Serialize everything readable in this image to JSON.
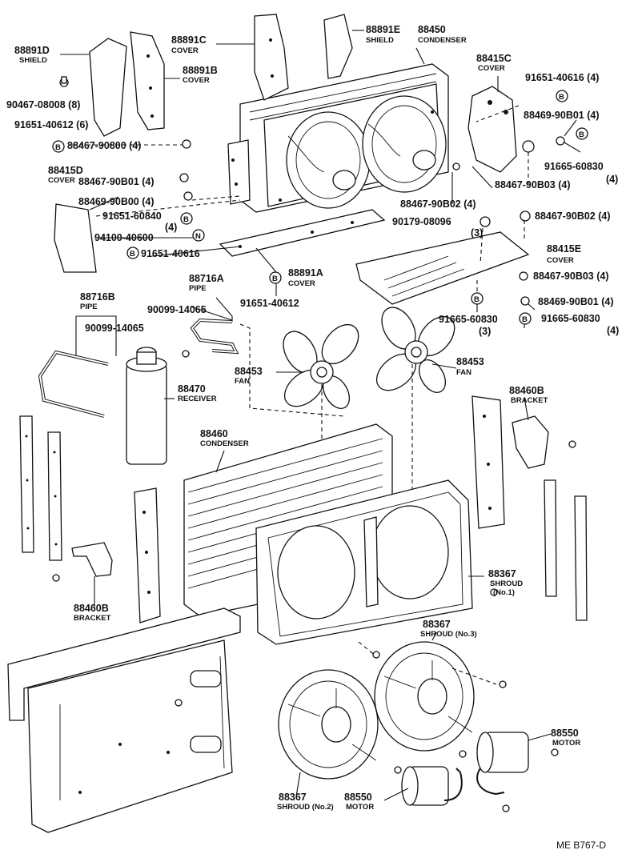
{
  "title_block": {
    "code": "ME B767-D"
  },
  "labels": [
    {
      "id": "88891D",
      "part": "88891D",
      "name": "SHIELD"
    },
    {
      "id": "88891C",
      "part": "88891C",
      "name": "COVER"
    },
    {
      "id": "88891B",
      "part": "88891B",
      "name": "COVER"
    },
    {
      "id": "88891E",
      "part": "88891E",
      "name": "SHIELD"
    },
    {
      "id": "88450",
      "part": "88450",
      "name": "CONDENSER"
    },
    {
      "id": "88415C",
      "part": "88415C",
      "name": "COVER"
    },
    {
      "id": "88415D",
      "part": "88415D",
      "name": "COVER"
    },
    {
      "id": "88415E",
      "part": "88415E",
      "name": "COVER"
    },
    {
      "id": "88891A",
      "part": "88891A",
      "name": "COVER"
    },
    {
      "id": "88716A",
      "part": "88716A",
      "name": "PIPE"
    },
    {
      "id": "88716B",
      "part": "88716B",
      "name": "PIPE"
    },
    {
      "id": "88470",
      "part": "88470",
      "name": "RECEIVER"
    },
    {
      "id": "88453a",
      "part": "88453",
      "name": "FAN"
    },
    {
      "id": "88453b",
      "part": "88453",
      "name": "FAN"
    },
    {
      "id": "88460B-top",
      "part": "88460B",
      "name": "BRACKET"
    },
    {
      "id": "88460",
      "part": "88460",
      "name": "CONDENSER"
    },
    {
      "id": "88460B-left",
      "part": "88460B",
      "name": "BRACKET"
    },
    {
      "id": "88367-1",
      "part": "88367",
      "name": "SHROUD",
      "sub": "(No.1)"
    },
    {
      "id": "88367-3",
      "part": "88367",
      "name": "SHROUD (No.3)"
    },
    {
      "id": "88367-2",
      "part": "88367",
      "name": "SHROUD (No.2)"
    },
    {
      "id": "88550-left",
      "part": "88550",
      "name": "MOTOR"
    },
    {
      "id": "88550-right",
      "part": "88550",
      "name": "MOTOR"
    }
  ],
  "callouts": [
    {
      "id": "c1",
      "text": "90467-08008 (8)"
    },
    {
      "id": "c2",
      "text": "91651-40612 (6)"
    },
    {
      "id": "c3",
      "text": "88467-90800 (4)"
    },
    {
      "id": "c4",
      "text": "91651-40616 (4)"
    },
    {
      "id": "c5",
      "text": "88469-90B01 (4)"
    },
    {
      "id": "c6",
      "text": "91665-60830"
    },
    {
      "id": "c6q",
      "text": "(4)"
    },
    {
      "id": "c7",
      "text": "88467-90B03 (4)"
    },
    {
      "id": "c8",
      "text": "88467-90B01 (4)"
    },
    {
      "id": "c9",
      "text": "88469-90B00 (4)"
    },
    {
      "id": "c10",
      "text": "91651-60840"
    },
    {
      "id": "c10q",
      "text": "(4)"
    },
    {
      "id": "c11",
      "text": "94100-40600"
    },
    {
      "id": "c12",
      "text": "91651-40616"
    },
    {
      "id": "c13",
      "text": "88467-90B02 (4)"
    },
    {
      "id": "c14",
      "text": "90179-08096"
    },
    {
      "id": "c14q",
      "text": "(3)"
    },
    {
      "id": "c15",
      "text": "88467-90B02 (4)"
    },
    {
      "id": "c16",
      "text": "88467-90B03 (4)"
    },
    {
      "id": "c17",
      "text": "88469-90B01 (4)"
    },
    {
      "id": "c18",
      "text": "91665-60830"
    },
    {
      "id": "c18q",
      "text": "(4)"
    },
    {
      "id": "c19",
      "text": "91665-60830"
    },
    {
      "id": "c19q",
      "text": "(3)"
    },
    {
      "id": "c20",
      "text": "91651-40612"
    },
    {
      "id": "c21",
      "text": "90099-14065"
    },
    {
      "id": "c22",
      "text": "90099-14065"
    }
  ],
  "symbols": {
    "bolt": "B",
    "nut": "N"
  }
}
